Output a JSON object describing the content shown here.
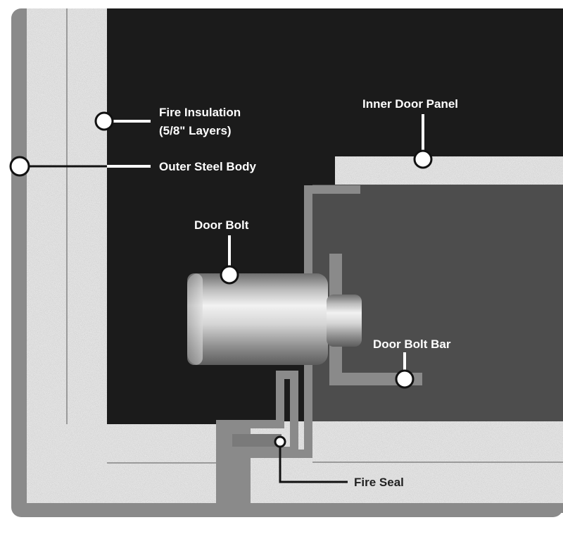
{
  "labels": {
    "fire_insulation_line1": "Fire Insulation",
    "fire_insulation_line2": "(5/8\" Layers)",
    "outer_steel_body": "Outer Steel Body",
    "inner_door_panel": "Inner Door Panel",
    "door_bolt": "Door Bolt",
    "door_bolt_bar": "Door Bolt Bar",
    "fire_seal": "Fire Seal"
  },
  "colors": {
    "background": "#ffffff",
    "cavity": "#1b1b1b",
    "door_interior": "#4d4d4d",
    "steel": "#8a8a8a",
    "insulation": "#e6e6e6"
  }
}
